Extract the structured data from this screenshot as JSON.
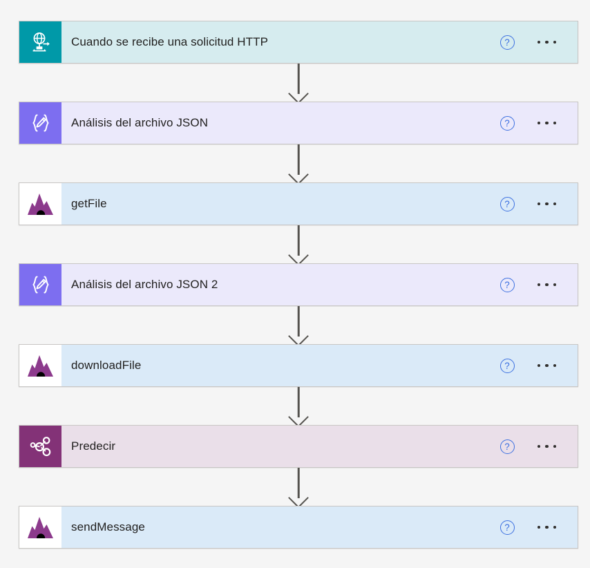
{
  "page": {
    "background": "#f5f5f5",
    "app": "Logic App Designer",
    "connector_arrow_color": "#55534f"
  },
  "actions": {
    "help_label": "?",
    "help_icon": "question-circle-icon",
    "help_color": "#3b6fe0",
    "menu_icon": "ellipsis-icon",
    "menu_label": "• • •",
    "menu_color": "#32312f"
  },
  "steps": [
    {
      "title": "Cuando se recibe una solicitud HTTP",
      "icon": "http-request-globe-icon",
      "icon_tile_color": "#0099a8",
      "icon_fg": "#ffffff",
      "body_color": "#d6ecef"
    },
    {
      "title": "Análisis del archivo JSON",
      "icon": "json-parse-braces-pencil-icon",
      "icon_tile_color": "#7d6ef0",
      "icon_fg": "#ffffff",
      "body_color": "#ebe9fb"
    },
    {
      "title": "getFile",
      "icon": "azure-function-mountain-icon",
      "icon_tile_color": "#ffffff",
      "icon_fg": "#8c3a8c",
      "body_color": "#daeaf8"
    },
    {
      "title": "Análisis del archivo JSON 2",
      "icon": "json-parse-braces-pencil-icon",
      "icon_tile_color": "#7d6ef0",
      "icon_fg": "#ffffff",
      "body_color": "#ebe9fb"
    },
    {
      "title": "downloadFile",
      "icon": "azure-function-mountain-icon",
      "icon_tile_color": "#ffffff",
      "icon_fg": "#8c3a8c",
      "body_color": "#daeaf8"
    },
    {
      "title": "Predecir",
      "icon": "machine-learning-nodes-icon",
      "icon_tile_color": "#833277",
      "icon_fg": "#ffffff",
      "body_color": "#eadfe9"
    },
    {
      "title": "sendMessage",
      "icon": "azure-function-mountain-icon",
      "icon_tile_color": "#ffffff",
      "icon_fg": "#8c3a8c",
      "body_color": "#daeaf8"
    }
  ]
}
